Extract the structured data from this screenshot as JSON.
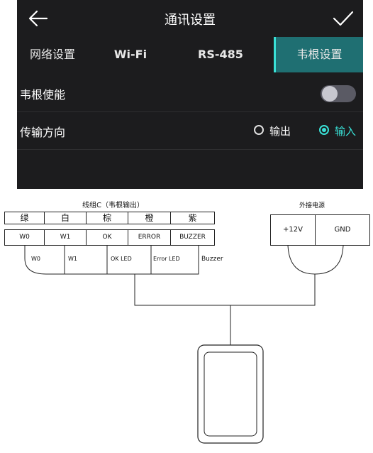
{
  "app": {
    "header": {
      "title": "通讯设置",
      "back_icon": "arrow-left-icon",
      "confirm_icon": "check-icon"
    },
    "tabs": [
      {
        "label": "网络设置",
        "active": false
      },
      {
        "label": "Wi-Fi",
        "active": false
      },
      {
        "label": "RS-485",
        "active": false
      },
      {
        "label": "韦根设置",
        "active": true
      }
    ],
    "settings": {
      "wiegand_enable": {
        "label": "韦根使能",
        "value": false
      },
      "direction": {
        "label": "传输方向",
        "options": [
          {
            "label": "输出",
            "selected": false
          },
          {
            "label": "输入",
            "selected": true
          }
        ]
      }
    },
    "colors": {
      "background": "#1c1c1e",
      "accent": "#39e0d6",
      "active_tab": "#1f6f72",
      "toggle_off": "#5a5a64"
    }
  },
  "diagram": {
    "group_title": "线组C（韦根输出）",
    "wire_colors": [
      "绿",
      "白",
      "棕",
      "橙",
      "紫"
    ],
    "terminals": [
      "W0",
      "W1",
      "OK",
      "ERROR",
      "BUZZER"
    ],
    "device_terminals": [
      "W0",
      "W1",
      "OK LED",
      "Error LED",
      "Buzzer"
    ],
    "power": {
      "title": "外接电源",
      "terminals": [
        "+12V",
        "GND"
      ]
    }
  }
}
